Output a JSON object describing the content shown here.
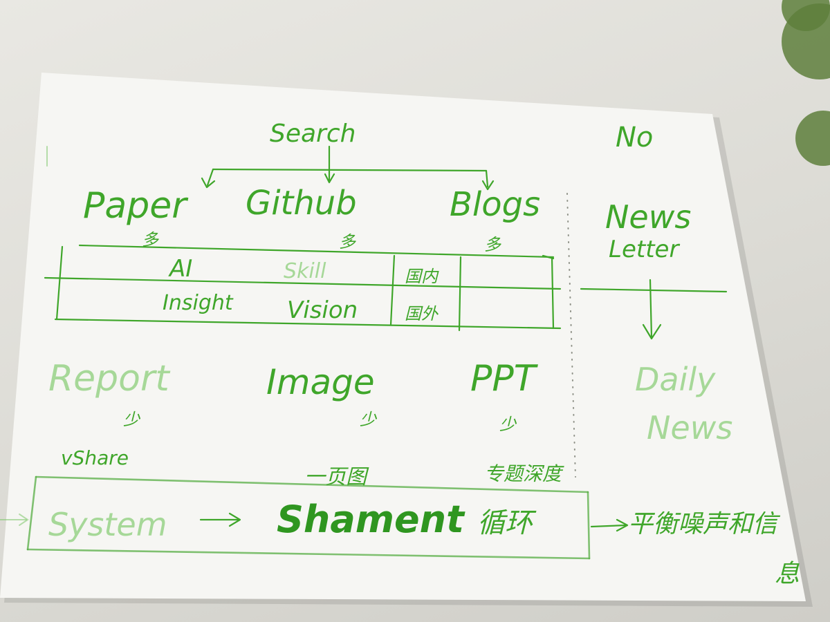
{
  "sketch": {
    "top": {
      "search": "Search",
      "no": "No"
    },
    "sources": {
      "paper": "Paper",
      "github": "Github",
      "blogs": "Blogs",
      "news": "News",
      "letter": "Letter"
    },
    "multi_marks": {
      "paper": "多",
      "github": "多",
      "blogs": "多"
    },
    "table": {
      "row1": {
        "c1": "AI",
        "c2": "Skill",
        "c3": "国内"
      },
      "row2": {
        "c1": "Insight",
        "c2": "Vision",
        "c3": "国外"
      }
    },
    "outputs": {
      "report": "Report",
      "image": "Image",
      "ppt": "PPT",
      "daily": "Daily",
      "news": "News"
    },
    "less_marks": {
      "report": "少",
      "image": "少",
      "ppt": "少"
    },
    "output_notes": {
      "report": "vShare",
      "image": "一页图",
      "ppt": "专题深度"
    },
    "bottom": {
      "system": "System",
      "shament": "Shament",
      "cn_left": "循环",
      "cn_right": "平衡噪声和信",
      "cn_last": "息"
    }
  }
}
